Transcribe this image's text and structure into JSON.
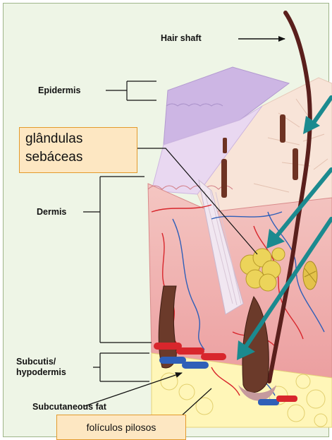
{
  "labels": {
    "hair_shaft": "Hair shaft",
    "epidermis": "Epidermis",
    "dermis": "Dermis",
    "subcutis": "Subcutis/ hypodermis",
    "subcutaneous_fat": "Subcutaneous fat"
  },
  "callouts": {
    "glandulas": "glândulas sebáceas",
    "foliculos": "folículos pilosos"
  },
  "colors": {
    "panel_background": "#eef5e6",
    "callout_fill": "#fde7c2",
    "callout_border": "#e39a2c",
    "pointer_arrow": "#1b8a8f",
    "artery": "#d8262c",
    "vein": "#2f5fb8",
    "dermis": "#f2b9b6",
    "epidermis": "#d6c4e6",
    "fat": "#fff5b5",
    "gland": "#ecd45a"
  },
  "icons": [
    "arrow-right-icon",
    "bracket-icon",
    "teal-pointer-arrow-icon"
  ]
}
